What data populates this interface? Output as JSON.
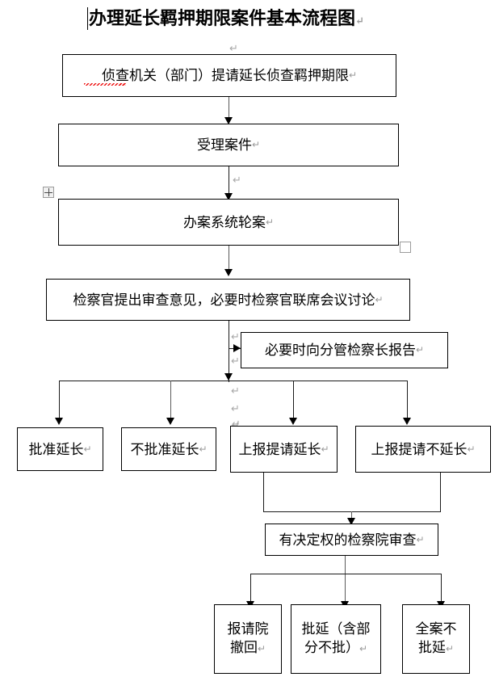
{
  "document": {
    "title": "办理延长羁押期限案件基本流程图",
    "title_pilcrow": "↵",
    "app_context": "word-document-flowchart"
  },
  "pilcrow_glyph": "↵",
  "nodes": {
    "n1": {
      "label": "侦查机关（部门）提请延长侦查羁押期限",
      "pilcrow": "↵"
    },
    "n2": {
      "label": "受理案件",
      "pilcrow": "↵"
    },
    "n3": {
      "label": "办案系统轮案",
      "pilcrow": "↵"
    },
    "n4": {
      "label": "检察官提出审查意见，必要时检察官联席会议讨论",
      "pilcrow": "↵"
    },
    "n5": {
      "label": "必要时向分管检察长报告",
      "pilcrow": "↵"
    },
    "b1": {
      "label": "批准延长",
      "pilcrow": "↵"
    },
    "b2": {
      "label": "不批准延长",
      "pilcrow": "↵"
    },
    "b3": {
      "label": "上报提请延长",
      "pilcrow": "↵"
    },
    "b4": {
      "label": "上报提请不延长",
      "pilcrow": "↵"
    },
    "n6": {
      "label": "有决定权的检察院审查",
      "pilcrow": "↵"
    },
    "c1_line1": "报请院",
    "c1_line2": "撤回",
    "c1_pilcrow": "↵",
    "c2_line1": "批延（含部",
    "c2_line2": "分不批）",
    "c2_pilcrow": "↵",
    "c3_line1": "全案不",
    "c3_line2": "批延",
    "c3_pilcrow": "↵"
  },
  "artifacts": {
    "stray_pilcrow_top": "↵",
    "stray_pilcrow_a": "↵",
    "stray_pilcrow_b": "↵",
    "stray_pilcrow_c": "↵",
    "stray_pilcrow_mid1": "↵",
    "stray_pilcrow_mid2": "↵",
    "stray_pilcrow_mid3": "↵",
    "stray_pilcrow_side1": "↵",
    "stray_pilcrow_side2": "↵",
    "stray_pilcrow_branch": "↵"
  },
  "colors": {
    "line": "#1a1a1a",
    "line_grey": "#5a5a5a",
    "border": "#000000",
    "background": "#ffffff",
    "pilcrow": "#a8a8a8",
    "spellcheck_underline": "#ee1111",
    "handle_border": "#9b9b9b"
  }
}
